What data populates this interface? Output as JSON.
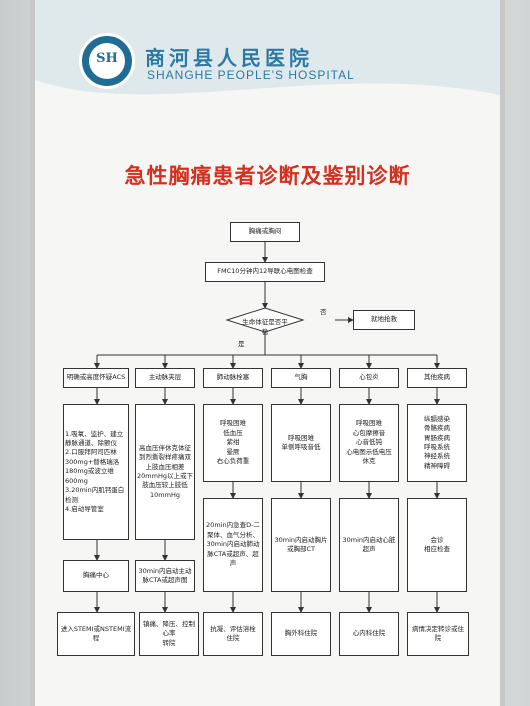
{
  "hospital": {
    "name_cn": "商河县人民医院",
    "name_en": "SHANGHE PEOPLE'S HOSPITAL",
    "logo_text": "SH"
  },
  "title": "急性胸痛患者诊断及鉴别诊断",
  "flow": {
    "start": "胸痛或胸闷",
    "step1": "FMC10分钟内12导联心电图检查",
    "decision": "生命体征是否平稳",
    "no_label": "否",
    "yes_label": "是",
    "no_branch": "就地抢救",
    "categories": [
      "明确或高度怀疑ACS",
      "主动脉夹层",
      "肺动脉栓塞",
      "气胸",
      "心包炎",
      "其他疾病"
    ],
    "features": [
      "1.吸氧、监护、建立静脉通道、除颤仪\n2.口服拜阿司匹林300mg+替格瑞洛180mg或波立维600mg\n3.20min内肌钙蛋白检测\n4.启动导管室",
      "高血压伴休克体征到烈撕裂样疼痛双上肢血压相差20mmHg以上或下肢血压较上肢低10mmHg",
      "呼吸困难\n低血压\n紫绀\n晕厥\n右心负荷重",
      "呼吸困难\n单侧呼吸音低",
      "呼吸困难\n心包摩擦音\n心音低钝\n心电图示低电压\n休克",
      "纵膈感染\n骨骼疾病\n胃肠疾病\n呼吸系统\n神经系统\n精神障碍"
    ],
    "actions": [
      "胸痛中心",
      "30min内启动主动脉CTA或超声图",
      "20min内急查D-二聚体、血气分析、30min内启动肺动脉CTA或超声、超声",
      "30min内启动胸片或胸部CT",
      "30min内启动心脏超声",
      "会诊\n相应检查"
    ],
    "outcomes": [
      "进入STEMI或NSTEMI流程",
      "镇痛、降压、控制心率\n转院",
      "抗凝、评估溶栓\n住院",
      "胸外科住院",
      "心内科住院",
      "病情决定转诊或住院"
    ]
  }
}
